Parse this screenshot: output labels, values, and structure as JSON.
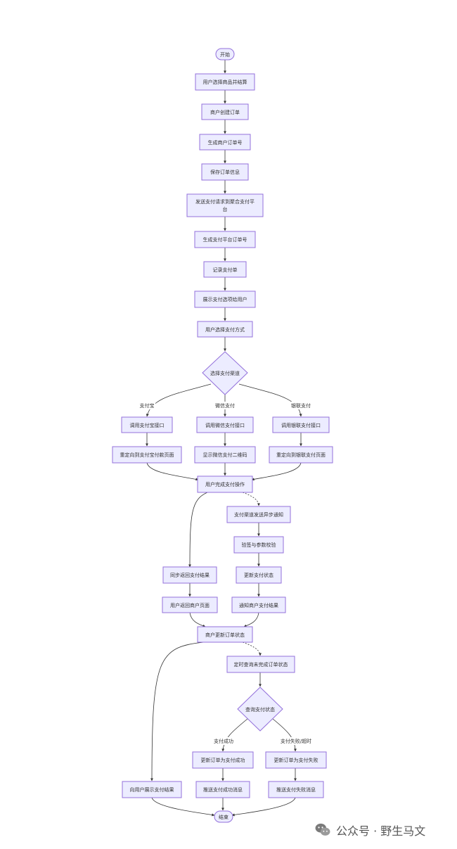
{
  "nodes": {
    "start": "开始",
    "n1": "用户选择商品并结算",
    "n2": "商户创建订单",
    "n3": "生成商户订单号",
    "n4": "保存订单信息",
    "n5a": "发送支付请求到聚合支付平",
    "n5b": "台",
    "n6": "生成支付平台订单号",
    "n7": "记录支付单",
    "n8": "展示支付选项给用户",
    "n9": "用户选择支付方式",
    "d1": "选择支付渠道",
    "alipay1": "调用支付宝接口",
    "alipay2": "重定向到支付宝付款页面",
    "wechat1": "调用微信支付接口",
    "wechat2": "显示微信支付二维码",
    "union1": "调用银联支付接口",
    "union2": "重定向到银联支付页面",
    "n10": "用户完成支付操作",
    "async1": "支付渠道发送异步通知",
    "async2": "验签与参数校验",
    "async3": "更新支付状态",
    "async4": "通知商户支付结果",
    "sync1": "同步返回支付结果",
    "sync2": "用户返回商户页面",
    "n11": "商户更新订单状态",
    "n12": "定时查询未完成订单状态",
    "d2": "查询支付状态",
    "ok1": "更新订单为支付成功",
    "ok2": "推送支付成功消息",
    "fail1": "更新订单为支付失败",
    "fail2": "推送支付失败消息",
    "show": "向用户展示支付结果",
    "end": "结束"
  },
  "edge_labels": {
    "alipay": "支付宝",
    "wechat": "微信支付",
    "union": "银联支付",
    "success": "支付成功",
    "fail": "支付失败/超时"
  },
  "colors": {
    "node_fill": "#ECECFF",
    "node_stroke": "#9370DB",
    "edge": "#333333"
  },
  "watermark": {
    "icon": "wechat-icon",
    "text": "公众号 · 野生马文"
  }
}
